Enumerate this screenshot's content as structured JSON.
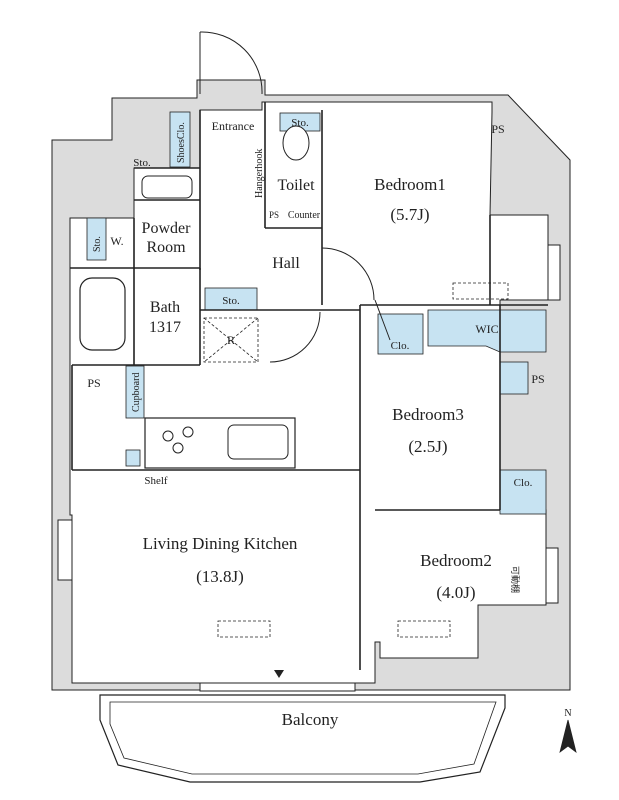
{
  "rooms": {
    "bedroom1": {
      "name": "Bedroom1",
      "size": "(5.7J)"
    },
    "bedroom2": {
      "name": "Bedroom2",
      "size": "(4.0J)"
    },
    "bedroom3": {
      "name": "Bedroom3",
      "size": "(2.5J)"
    },
    "ldk": {
      "name": "Living Dining Kitchen",
      "size": "(13.8J)"
    },
    "toilet": {
      "name": "Toilet"
    },
    "hall": {
      "name": "Hall"
    },
    "entrance": {
      "name": "Entrance"
    },
    "powder": {
      "line1": "Powder",
      "line2": "Room"
    },
    "bath": {
      "name": "Bath",
      "size": "1317"
    },
    "balcony": {
      "name": "Balcony"
    }
  },
  "labels": {
    "ps": "PS",
    "sto": "Sto.",
    "shoes": "ShoesClo.",
    "w": "W.",
    "counter": "Counter",
    "hanger": "Hangerhook",
    "clo": "Clo.",
    "wic": "WIC",
    "cupboard": "Cupboard",
    "shelf": "Shelf",
    "r": "R",
    "north": "N",
    "wardrobe_vertical": "可動棚"
  },
  "colors": {
    "wall": "#dcdcdc",
    "storage": "#c7e3f2",
    "line": "#222222"
  }
}
